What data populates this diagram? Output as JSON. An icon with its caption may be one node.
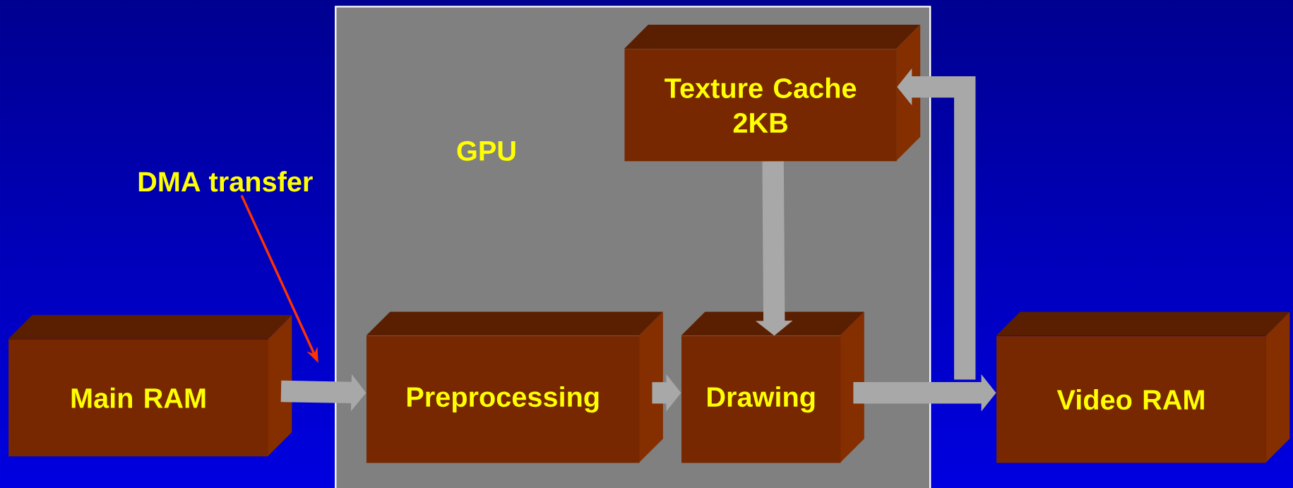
{
  "diagram": {
    "nodes": [
      {
        "text": [
          "GPU"
        ]
      },
      {
        "text": [
          "Texture Cache 2KB"
        ],
        "in": 0
      },
      {
        "text": [
          "Preprocessing"
        ],
        "in": 0
      },
      {
        "text": [
          "Drawing"
        ],
        "in": 0
      },
      {
        "text": [
          "Main RAM"
        ]
      },
      {
        "text": [
          "Video RAM"
        ]
      },
      {
        "text": [
          "DMA transfer"
        ]
      }
    ],
    "edges": [
      {
        "from": 4,
        "to": 2,
        "arrow": "to"
      },
      {
        "from": 2,
        "to": 3,
        "arrow": "to"
      },
      {
        "from": 1,
        "to": 3,
        "arrow": "to"
      },
      {
        "from": 3,
        "to": 5,
        "arrow": "to"
      },
      {
        "from": 5,
        "to": 1,
        "arrow": "to"
      },
      {
        "from": 6,
        "to": null,
        "arrow": "to",
        "color": "#ff3300"
      }
    ]
  }
}
